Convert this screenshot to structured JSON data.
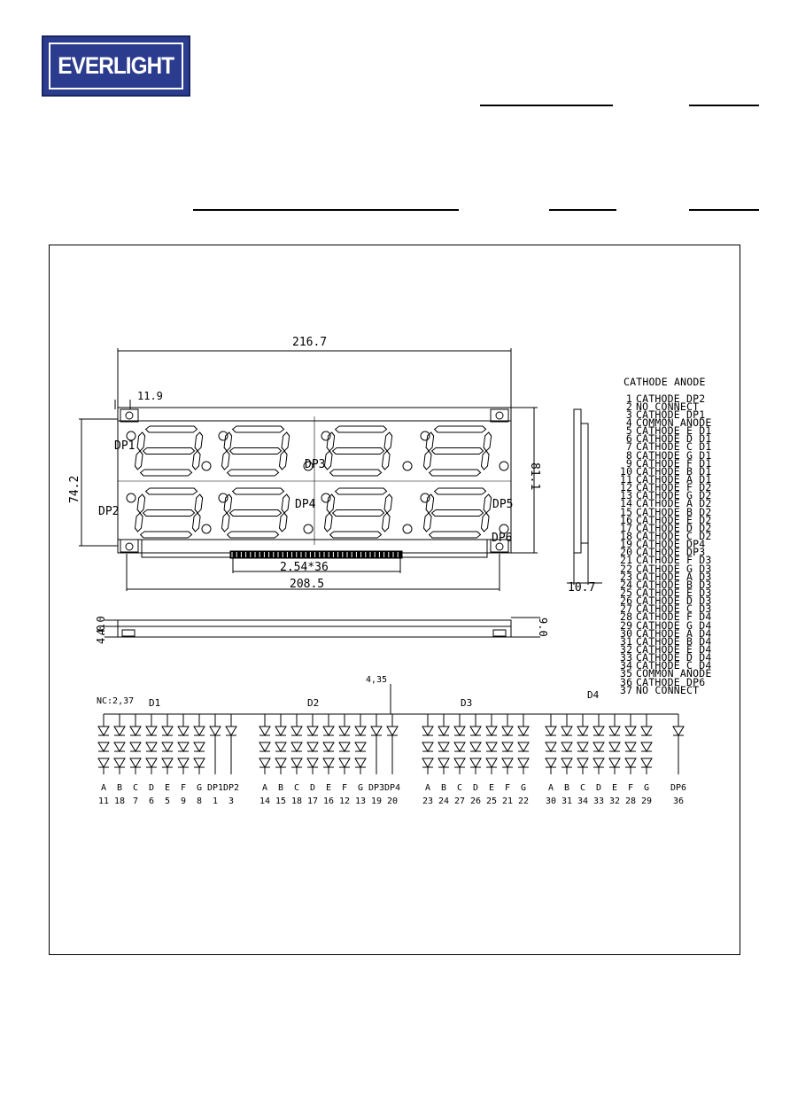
{
  "brand": {
    "logo_text": "EVERLIGHT",
    "logo_color": "#2b3c8e"
  },
  "dimensions": {
    "overall_width": "216.7",
    "hole_offset": "11.9",
    "height_left": "74.2",
    "height_right": "81.1",
    "pin_pitch": "2.54*36",
    "pin_span": "208.5",
    "side_depth": "10.7",
    "thickness_a": "4.0",
    "thickness_b": "4.0",
    "thickness_total": "9.0"
  },
  "front_labels": {
    "dp1": "DP1",
    "dp2": "DP2",
    "dp3": "DP3",
    "dp4": "DP4",
    "dp5": "DP5",
    "dp6": "DP6"
  },
  "pin_table": {
    "header": "CATHODE ANODE",
    "rows": [
      {
        "no": "1",
        "desc": "CATHODE DP2"
      },
      {
        "no": "2",
        "desc": "NO CONNECT"
      },
      {
        "no": "3",
        "desc": "CATHODE DP1"
      },
      {
        "no": "4",
        "desc": "COMMON ANODE"
      },
      {
        "no": "5",
        "desc": "CATHODE E D1"
      },
      {
        "no": "6",
        "desc": "CATHODE D D1"
      },
      {
        "no": "7",
        "desc": "CATHODE C D1"
      },
      {
        "no": "8",
        "desc": "CATHODE G D1"
      },
      {
        "no": "9",
        "desc": "CATHODE F D1"
      },
      {
        "no": "10",
        "desc": "CATHODE B D1"
      },
      {
        "no": "11",
        "desc": "CATHODE A D1"
      },
      {
        "no": "12",
        "desc": "CATHODE F D2"
      },
      {
        "no": "13",
        "desc": "CATHODE G D2"
      },
      {
        "no": "14",
        "desc": "CATHODE A D2"
      },
      {
        "no": "15",
        "desc": "CATHODE B D2"
      },
      {
        "no": "16",
        "desc": "CATHODE E D2"
      },
      {
        "no": "17",
        "desc": "CATHODE D D2"
      },
      {
        "no": "18",
        "desc": "CATHODE C D2"
      },
      {
        "no": "19",
        "desc": "CATHODE DP4"
      },
      {
        "no": "20",
        "desc": "CATHODE DP3"
      },
      {
        "no": "21",
        "desc": "CATHODE F D3"
      },
      {
        "no": "22",
        "desc": "CATHODE G D3"
      },
      {
        "no": "23",
        "desc": "CATHODE A D3"
      },
      {
        "no": "24",
        "desc": "CATHODE B D3"
      },
      {
        "no": "25",
        "desc": "CATHODE E D3"
      },
      {
        "no": "26",
        "desc": "CATHODE D D3"
      },
      {
        "no": "27",
        "desc": "CATHODE C D3"
      },
      {
        "no": "28",
        "desc": "CATHODE F D4"
      },
      {
        "no": "29",
        "desc": "CATHODE G D4"
      },
      {
        "no": "30",
        "desc": "CATHODE A D4"
      },
      {
        "no": "31",
        "desc": "CATHODE B D4"
      },
      {
        "no": "32",
        "desc": "CATHODE E D4"
      },
      {
        "no": "33",
        "desc": "CATHODE D D4"
      },
      {
        "no": "34",
        "desc": "CATHODE C D4"
      },
      {
        "no": "35",
        "desc": "COMMON ANODE"
      },
      {
        "no": "36",
        "desc": "CATHODE DP6"
      },
      {
        "no": "37",
        "desc": "NO CONNECT"
      }
    ]
  },
  "circuit": {
    "nc_label": "NC:2,37",
    "anode_label": "4,35",
    "groups": [
      {
        "name": "D1",
        "segments": [
          "A",
          "B",
          "C",
          "D",
          "E",
          "F",
          "G",
          "DP1",
          "DP2"
        ],
        "pins": [
          "11",
          "18",
          "7",
          "6",
          "5",
          "9",
          "8",
          "1",
          "3"
        ]
      },
      {
        "name": "D2",
        "segments": [
          "A",
          "B",
          "C",
          "D",
          "E",
          "F",
          "G",
          "DP3",
          "DP4"
        ],
        "pins": [
          "14",
          "15",
          "18",
          "17",
          "16",
          "12",
          "13",
          "19",
          "20"
        ]
      },
      {
        "name": "D3",
        "segments": [
          "A",
          "B",
          "C",
          "D",
          "E",
          "F",
          "G"
        ],
        "pins": [
          "23",
          "24",
          "27",
          "26",
          "25",
          "21",
          "22"
        ]
      },
      {
        "name": "D4",
        "segments": [
          "A",
          "B",
          "C",
          "D",
          "E",
          "F",
          "G"
        ],
        "pins": [
          "30",
          "31",
          "34",
          "33",
          "32",
          "28",
          "29"
        ]
      },
      {
        "name": "",
        "segments": [
          "DP6"
        ],
        "pins": [
          "36"
        ]
      }
    ]
  }
}
